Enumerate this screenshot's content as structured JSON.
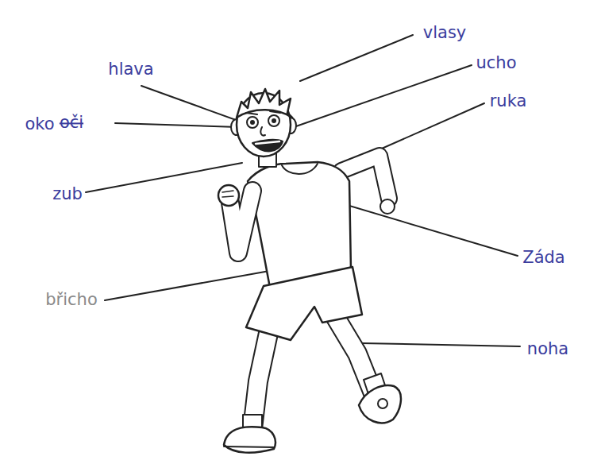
{
  "diagram": {
    "labels": [
      "hlava",
      "vlasy",
      "ucho",
      "ruka",
      "oko",
      "oči",
      "zub",
      "Záda",
      "břicho",
      "noha"
    ]
  }
}
